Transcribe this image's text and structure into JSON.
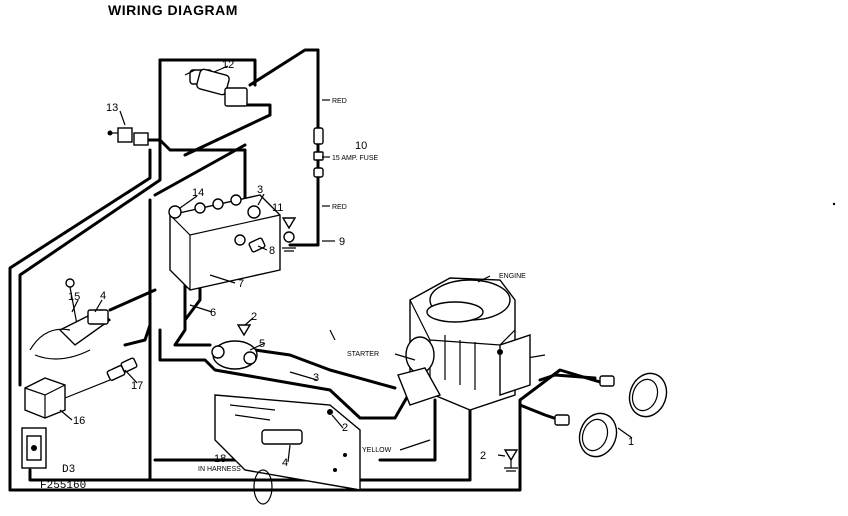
{
  "title": "WIRING DIAGRAM",
  "callouts": {
    "n1": "1",
    "n2a": "2",
    "n2b": "2",
    "n2c": "2",
    "n3a": "3",
    "n3b": "3",
    "n4a": "4",
    "n4b": "4",
    "n5": "5",
    "n6": "6",
    "n7": "7",
    "n8": "8",
    "n9": "9",
    "n10": "10",
    "n11": "11",
    "n12": "12",
    "n13": "13",
    "n14": "14",
    "n15": "15",
    "n16": "16",
    "n17": "17",
    "n18": "18"
  },
  "labels": {
    "red_top": "RED",
    "fuse": "15 AMP. FUSE",
    "red_mid": "RED",
    "engine": "ENGINE",
    "starter": "STARTER",
    "yellow": "YELLOW",
    "in_harness": "IN HARNESS"
  },
  "codes": {
    "d3": "D3",
    "part_no": "F255160"
  }
}
